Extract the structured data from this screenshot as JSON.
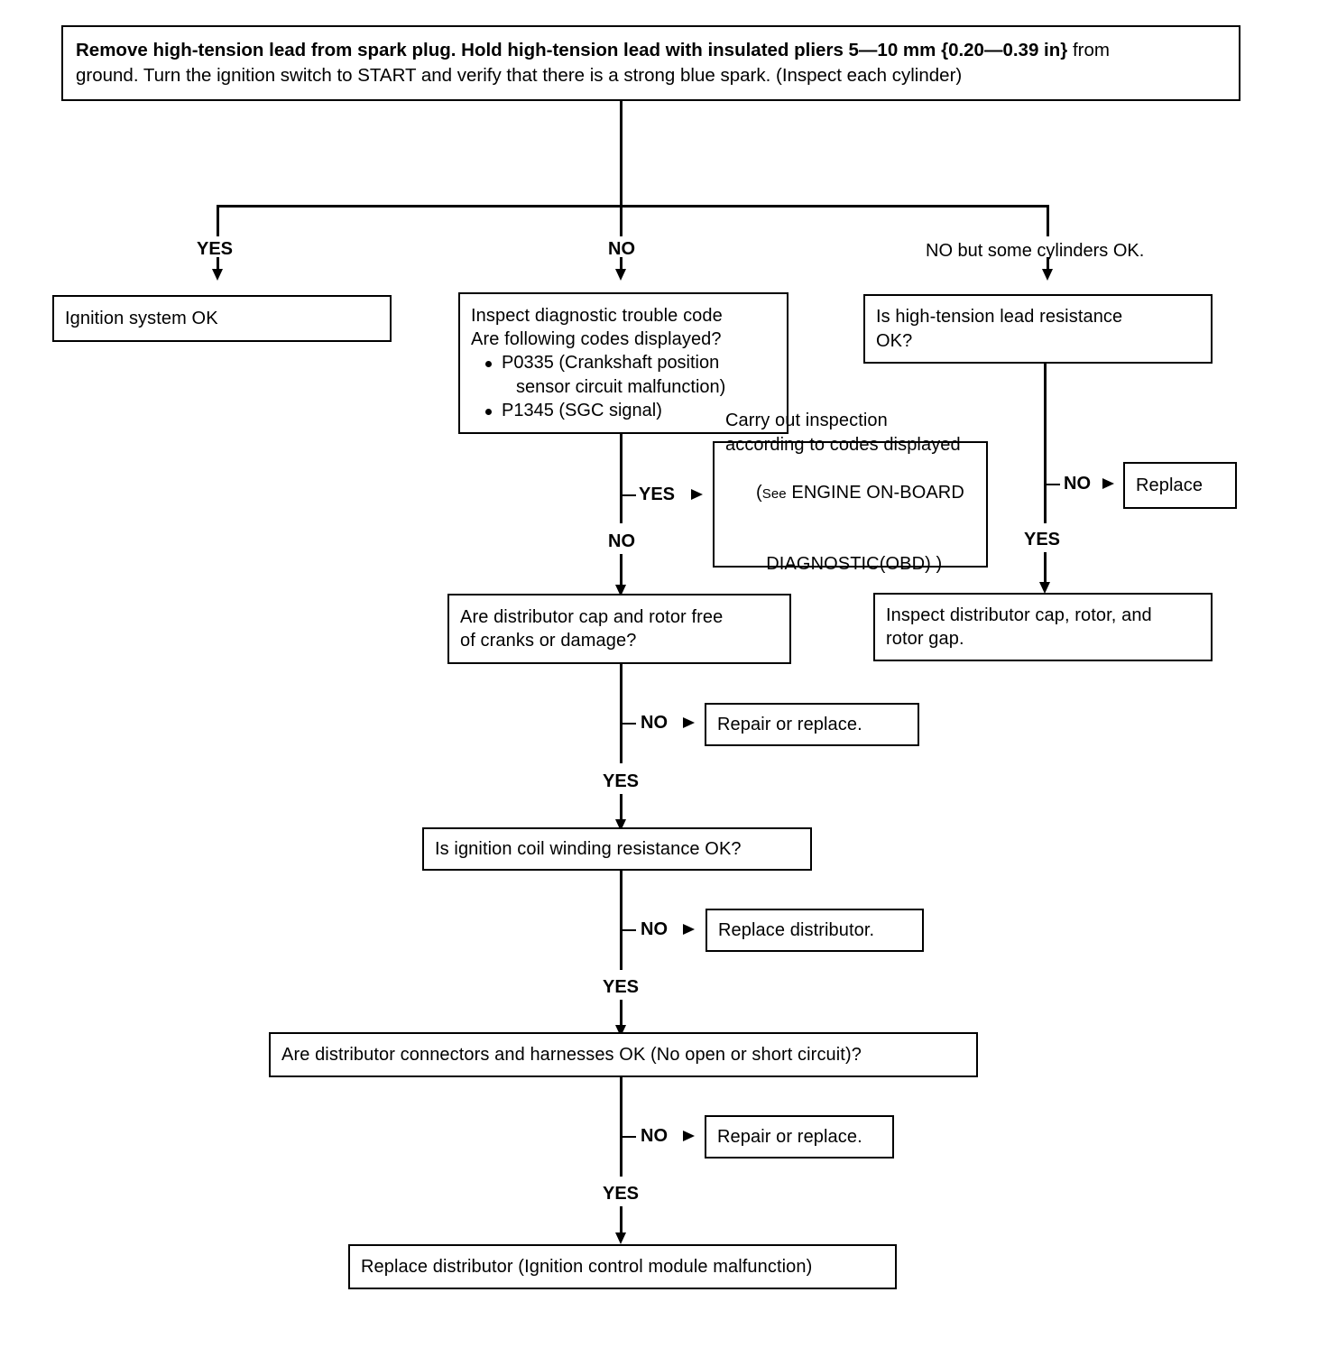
{
  "diagram": {
    "title": "Ignition spark troubleshooting flowchart",
    "type": "flowchart"
  },
  "nodes": {
    "start": {
      "id": "start",
      "lines": [
        "Remove high-tension lead from spark plug. Hold high-tension lead with insulated pliers 5—10 mm {0.20—0.39 in} from",
        "ground. Turn the ignition switch to START and verify that there is a strong blue spark. (Inspect each cylinder)"
      ],
      "line1a": "Remove high-tension lead from spark plug. Hold high-tension lead with insulated pliers 5—10 mm {0.20—0.39 in}",
      "line1b": " from",
      "line2": "ground. Turn the ignition switch to START and verify that there is a strong blue spark. (Inspect each cylinder)"
    },
    "ignition_ok": {
      "id": "ignition-system-ok",
      "line1": "Ignition system OK"
    },
    "dtc": {
      "id": "inspect-dtc",
      "line1": "Inspect diagnostic trouble code",
      "line2": "Are following codes displayed?",
      "bullet1a": "P0335 (Crankshaft position",
      "bullet1b": "sensor circuit malfunction)",
      "bullet2": "P1345 (SGC signal)"
    },
    "ht_lead": {
      "id": "ht-lead-resistance",
      "line1": "Is high-tension lead resistance",
      "line2": "OK?"
    },
    "carry_out": {
      "id": "carry-out-inspection",
      "line1": "Carry out inspection",
      "line2": "according to codes displayed",
      "line3a": "(",
      "line3b": "See",
      "line3c": " ENGINE ON-BOARD",
      "line4a": "  DIAGNOSTIC",
      "line4b": "(OBD) )"
    },
    "replace": {
      "id": "replace",
      "line1": "Replace"
    },
    "cap_rotor": {
      "id": "cap-rotor-free",
      "line1": "Are distributor cap and rotor free",
      "line2": "of cranks or damage?"
    },
    "inspect_cap": {
      "id": "inspect-cap-rotor-gap",
      "line1": "Inspect distributor cap, rotor, and",
      "line2": "rotor gap."
    },
    "repair1": {
      "id": "repair-or-replace-1",
      "line1": "Repair or replace."
    },
    "coil": {
      "id": "coil-winding-resistance",
      "line1": "Is ignition coil winding resistance OK?"
    },
    "replace_dist1": {
      "id": "replace-distributor-1",
      "line1": "Replace distributor."
    },
    "connectors": {
      "id": "distributor-connectors",
      "line1": "Are distributor connectors and harnesses OK (No open or short circuit)?"
    },
    "repair2": {
      "id": "repair-or-replace-2",
      "line1": "Repair or replace."
    },
    "final": {
      "id": "replace-distributor-final",
      "line1": "Replace distributor (Ignition control module malfunction)"
    }
  },
  "edge_labels": {
    "yes_left": "YES",
    "no_center": "NO",
    "no_right": "NO but some cylinders OK.",
    "dtc_yes": "YES",
    "dtc_no": "NO",
    "ht_no": "NO",
    "ht_yes": "YES",
    "cap_no": "NO",
    "cap_yes": "YES",
    "coil_no": "NO",
    "coil_yes": "YES",
    "conn_no": "NO",
    "conn_yes": "YES"
  },
  "colors": {
    "stroke": "#000000",
    "background": "#ffffff"
  }
}
